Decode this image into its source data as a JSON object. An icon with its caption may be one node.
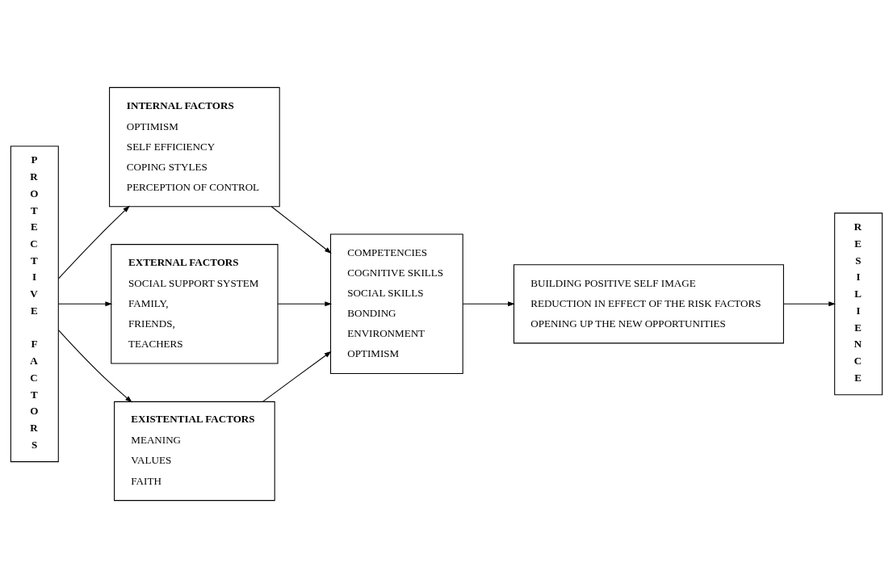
{
  "diagram": {
    "nodes": [
      {
        "text": [
          "PROTECTIVE FACTORS"
        ]
      },
      {
        "text": [
          "INTERNAL FACTORS",
          "OPTIMISM",
          "SELF EFFICIENCY",
          "COPING STYLES",
          "PERCEPTION OF CONTROL"
        ]
      },
      {
        "text": [
          "EXTERNAL FACTORS",
          "SOCIAL SUPPORT SYSTEM",
          "FAMILY,",
          "FRIENDS,",
          "TEACHERS"
        ]
      },
      {
        "text": [
          "EXISTENTIAL FACTORS",
          "MEANING",
          "VALUES",
          "FAITH"
        ]
      },
      {
        "text": [
          "COMPETENCIES",
          "COGNITIVE SKILLS",
          "SOCIAL SKILLS",
          "BONDING",
          "ENVIRONMENT",
          "OPTIMISM"
        ]
      },
      {
        "text": [
          "BUILDING POSITIVE SELF IMAGE",
          "REDUCTION IN EFFECT OF THE RISK FACTORS",
          "OPENING UP THE NEW OPPORTUNITIES"
        ]
      },
      {
        "text": [
          "RESILIENCE"
        ]
      }
    ],
    "edges": [
      {
        "from": 0,
        "to": 1,
        "arrow": "to"
      },
      {
        "from": 0,
        "to": 2,
        "arrow": "to"
      },
      {
        "from": 0,
        "to": 3,
        "arrow": "to"
      },
      {
        "from": 1,
        "to": 4,
        "arrow": "to"
      },
      {
        "from": 2,
        "to": 4,
        "arrow": "to"
      },
      {
        "from": 3,
        "to": 4,
        "arrow": "to"
      },
      {
        "from": 4,
        "to": 5,
        "arrow": "to"
      },
      {
        "from": 5,
        "to": 6,
        "arrow": "to"
      }
    ]
  }
}
